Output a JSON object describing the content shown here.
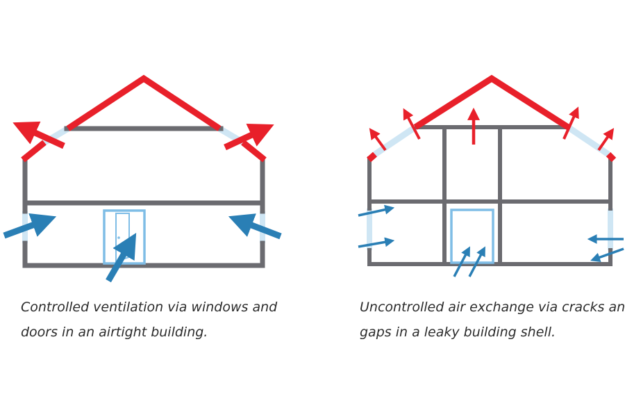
{
  "colors": {
    "wall": "#6b6b70",
    "roof": "#e8202a",
    "air_out": "#e8202a",
    "air_in": "#2a7fb5",
    "glass": "#cfe6f4",
    "door": "#7fbde6",
    "text": "#2b2b2b"
  },
  "panels": [
    {
      "caption_lines": [
        "Controlled ventilation via windows and",
        "doors in an airtight building."
      ]
    },
    {
      "caption_lines": [
        "Uncontrolled air exchange via cracks and",
        "gaps in a leaky building shell."
      ]
    }
  ]
}
